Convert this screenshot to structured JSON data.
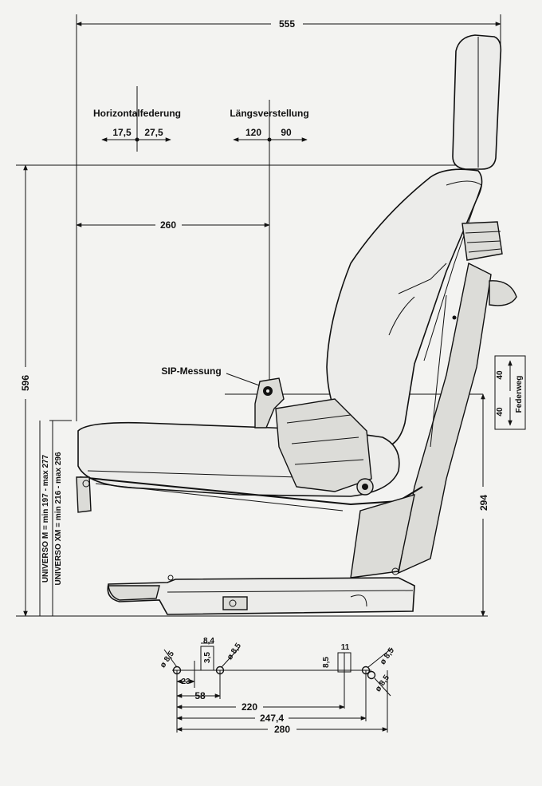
{
  "dimensions": {
    "width_total": "555",
    "height_total": "596",
    "depth_260": "260",
    "base_294": "294",
    "spring_travel_a": "40",
    "spring_travel_b": "40",
    "spring_travel_label": "Federweg"
  },
  "horizontal_suspension": {
    "title": "Horizontalfederung",
    "left": "17,5",
    "right": "27,5"
  },
  "longitudinal_adjustment": {
    "title": "Längsverstellung",
    "left": "120",
    "right": "90"
  },
  "sip_label": "SIP-Messung",
  "seat_height": {
    "line_m": "UNIVERSO  M = min 197 - max 277",
    "line_xm": "UNIVERSO XM = min 216 - max 296"
  },
  "mounting": {
    "d1": "8,4",
    "d2": "3,5",
    "d3": "8,5",
    "d4": "11",
    "hole_a": "ø 8,5",
    "hole_b": "ø 8,5",
    "hole_c": "ø 8,5",
    "hole_d": "ø 8,5",
    "w23": "23",
    "w58": "58",
    "w220": "220",
    "w247": "247,4",
    "w280": "280"
  }
}
